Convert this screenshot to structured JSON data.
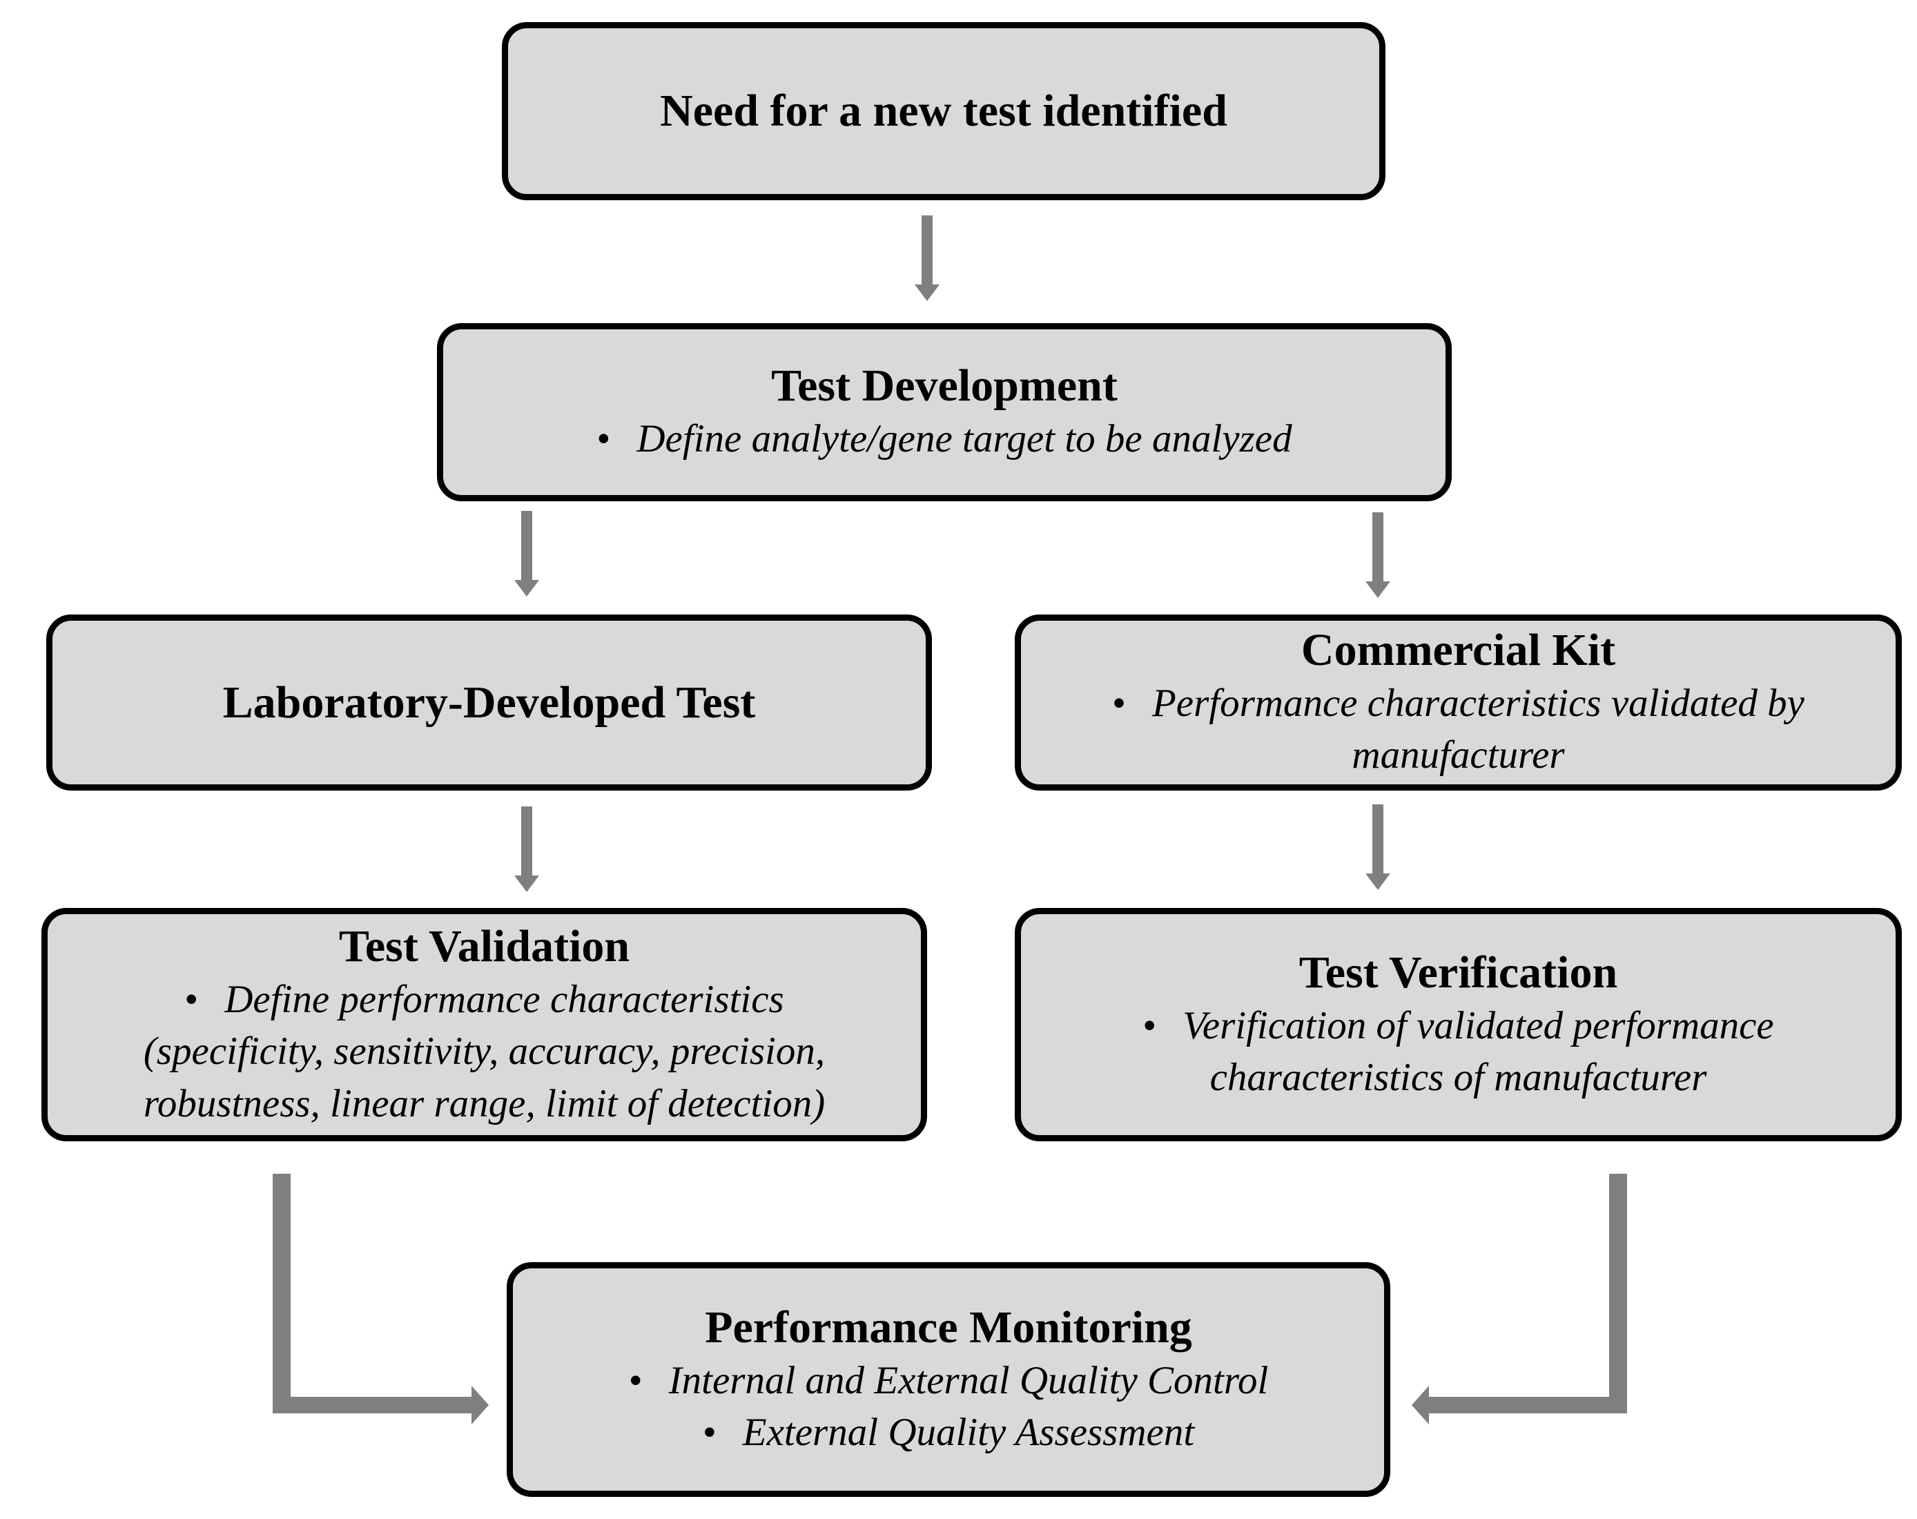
{
  "nodes": {
    "need": {
      "title": "Need for a new test identified"
    },
    "development": {
      "title": "Test Development",
      "bullets": [
        "Define analyte/gene target to be analyzed"
      ]
    },
    "ldt": {
      "title": "Laboratory-Developed Test"
    },
    "commercial_kit": {
      "title": "Commercial Kit",
      "bullet_line1": "Performance characteristics validated by",
      "bullet_line2": "manufacturer"
    },
    "validation": {
      "title": "Test Validation",
      "bullet_line1": "Define performance characteristics",
      "bullet_line2": "(specificity, sensitivity, accuracy, precision,",
      "bullet_line3": "robustness, linear range, limit of detection)"
    },
    "verification": {
      "title": "Test Verification",
      "bullet_line1": "Verification of validated performance",
      "bullet_line2": "characteristics of manufacturer"
    },
    "monitoring": {
      "title": "Performance Monitoring",
      "bullets": [
        "Internal and External Quality Control",
        "External Quality Assessment"
      ]
    }
  },
  "bullet_symbol": "•",
  "colors": {
    "box_fill": "#d9d9d9",
    "box_border": "#000000",
    "arrow": "#7f7f7f"
  }
}
